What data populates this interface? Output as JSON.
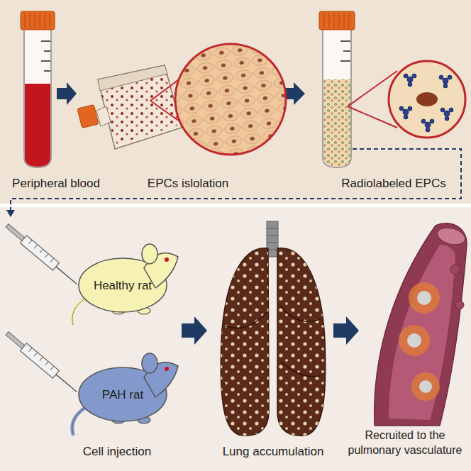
{
  "diagram": {
    "nodes": [
      {
        "text": [
          "Healthy rat"
        ]
      },
      {
        "text": [
          "PAH rat"
        ]
      }
    ],
    "labels": [
      "Peripheral blood",
      "EPCs islolation",
      "Radiolabeled EPCs",
      "Cell injection",
      "Lung accumulation",
      "Recruited to the pulmonary vasculature"
    ]
  }
}
